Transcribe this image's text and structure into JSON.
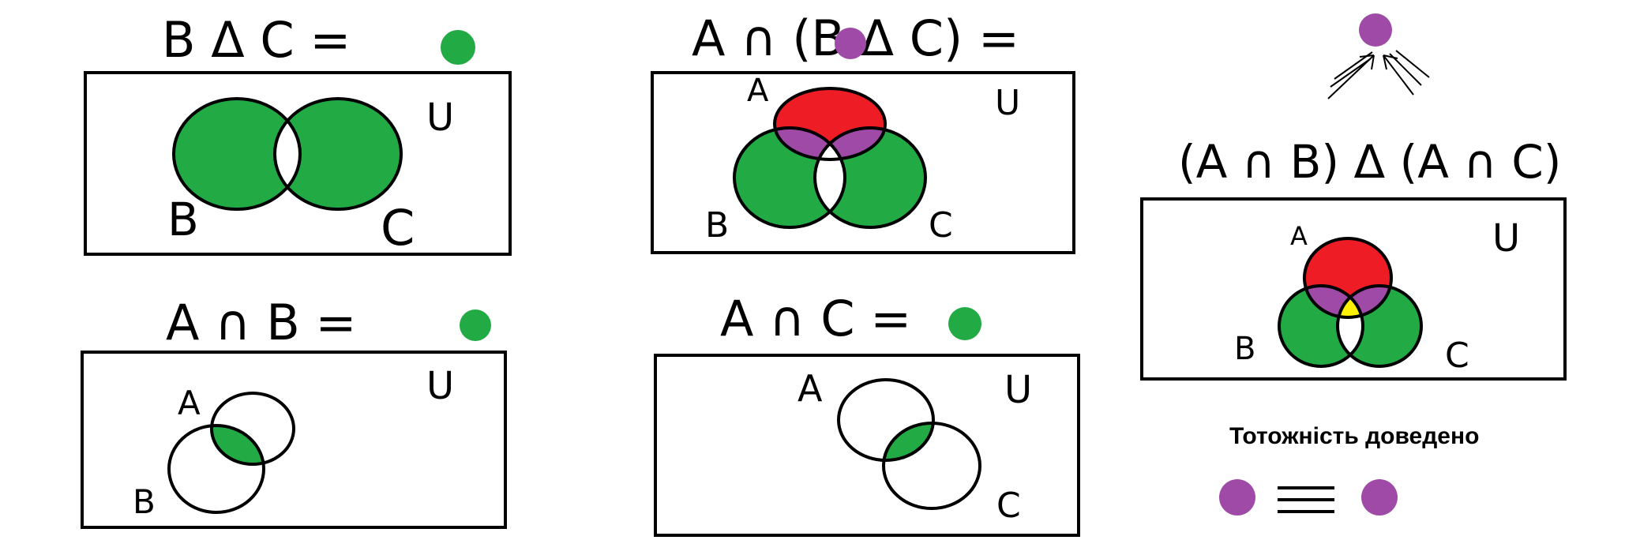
{
  "colors": {
    "green": "#22aa44",
    "purple": "#a04aa8",
    "red": "#ee1c24",
    "yellow": "#fff200",
    "outline": "#000000",
    "background": "#ffffff"
  },
  "universe_label": "U",
  "panels": {
    "b_sym_c": {
      "title": "B Δ C =",
      "marker_color": "green",
      "labels": {
        "b": "B",
        "c": "C"
      }
    },
    "a_cap_b_sym_c": {
      "title": "A ∩ (B Δ C) =",
      "marker_color": "purple",
      "labels": {
        "a": "A",
        "b": "B",
        "c": "C"
      }
    },
    "a_cap_b": {
      "title": "A ∩ B =",
      "marker_color": "green",
      "labels": {
        "a": "A",
        "b": "B"
      }
    },
    "a_cap_c": {
      "title": "A ∩ C =",
      "marker_color": "green",
      "labels": {
        "a": "A",
        "c": "C"
      }
    },
    "ab_sym_ac": {
      "title": "(A ∩ B) Δ (A ∩ C)",
      "marker_color": "purple",
      "labels": {
        "a": "A",
        "b": "B",
        "c": "C"
      }
    }
  },
  "conclusion": {
    "text": "Тотожність доведено",
    "equiv_symbol": "≡"
  }
}
